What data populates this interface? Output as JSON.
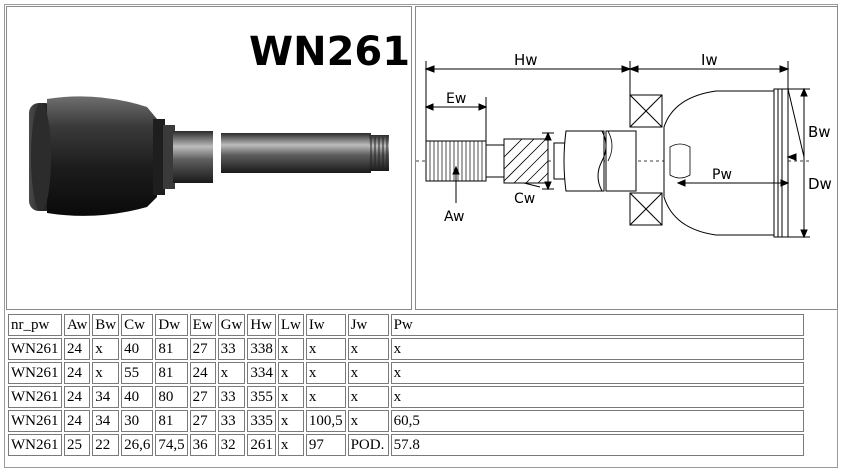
{
  "product": {
    "code": "WN261"
  },
  "diagram": {
    "labels": {
      "hw": "Hw",
      "iw": "Iw",
      "ew": "Ew",
      "bw": "Bw",
      "dw": "Dw",
      "pw": "Pw",
      "aw": "Aw",
      "cw": "Cw"
    }
  },
  "table": {
    "headers": [
      "nr_pw",
      "Aw",
      "Bw",
      "Cw",
      "Dw",
      "Ew",
      "Gw",
      "Hw",
      "Lw",
      "Iw",
      "Jw",
      "Pw"
    ],
    "rows": [
      [
        "WN261",
        "24",
        "x",
        "40",
        "81",
        "27",
        "33",
        "338",
        "x",
        "x",
        "x",
        "x"
      ],
      [
        "WN261",
        "24",
        "x",
        "55",
        "81",
        "24",
        "x",
        "334",
        "x",
        "x",
        "x",
        "x"
      ],
      [
        "WN261",
        "24",
        "34",
        "40",
        "80",
        "27",
        "33",
        "355",
        "x",
        "x",
        "x",
        "x"
      ],
      [
        "WN261",
        "24",
        "34",
        "30",
        "81",
        "27",
        "33",
        "335",
        "x",
        "100,5",
        "x",
        "60,5"
      ],
      [
        "WN261",
        "25",
        "22",
        "26,6",
        "74,5",
        "36",
        "32",
        "261",
        "x",
        "97",
        "POD.",
        "57.8"
      ]
    ]
  }
}
